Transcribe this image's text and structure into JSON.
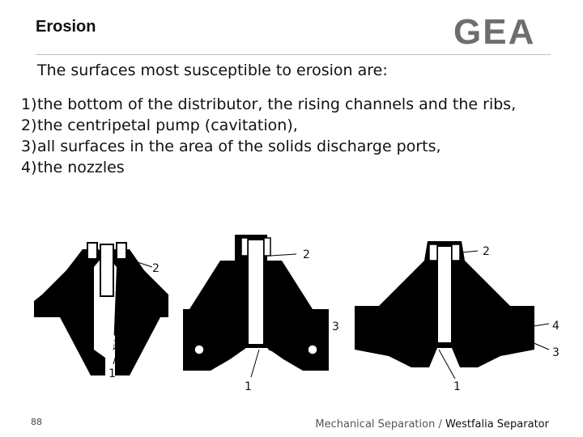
{
  "slide": {
    "title": "Erosion",
    "intro": "The surfaces most susceptible to erosion are:",
    "items": [
      {
        "num": "1)",
        "text": "the bottom of the distributor, the rising channels and the ribs,"
      },
      {
        "num": "2)",
        "text": "the centripetal pump (cavitation),"
      },
      {
        "num": "3)",
        "text": "all surfaces in the area of the solids discharge ports,"
      },
      {
        "num": "4)",
        "text": "the nozzles"
      }
    ]
  },
  "logo": {
    "text": "GEA"
  },
  "figures": {
    "left": {
      "labels": [
        "2",
        "1"
      ]
    },
    "middle": {
      "labels": [
        "2",
        "3",
        "1"
      ]
    },
    "right": {
      "labels": [
        "2",
        "4",
        "3",
        "1"
      ]
    }
  },
  "footer": {
    "page_number": "88",
    "section": "Mechanical Separation / ",
    "brand": "Westfalia Separator"
  },
  "colors": {
    "text": "#111111",
    "rule": "#bdbdbd",
    "logo": "#6e6e6e",
    "drawing": "#000000"
  }
}
